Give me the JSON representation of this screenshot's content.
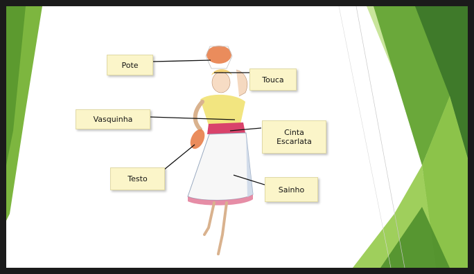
{
  "labels": {
    "pote": "Pote",
    "touca": "Touca",
    "vasquinha": "Vasquinha",
    "cinta": "Cinta\nEscarlata",
    "testo": "Testo",
    "sainho": "Sainho"
  },
  "colors": {
    "frame": "#1b1b1b",
    "label_bg": "#fbf5c9",
    "green_dark": "#3f7a2a",
    "green_mid": "#6aa83a",
    "green_light": "#a8d16a",
    "skirt_sash": "#d9436b",
    "pot": "#e8804a",
    "bodice": "#f0e06a"
  }
}
